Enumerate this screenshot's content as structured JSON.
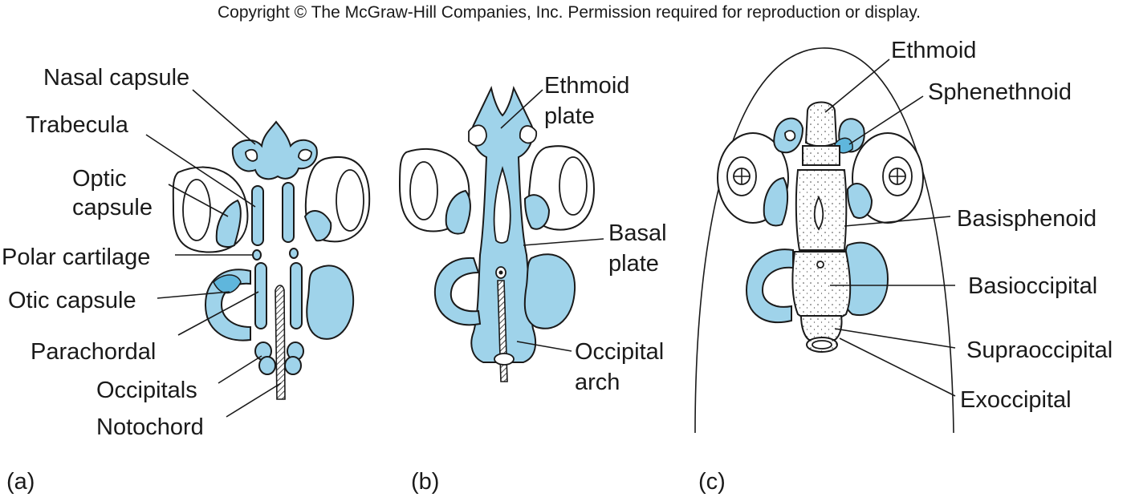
{
  "copyright": "Copyright © The McGraw-Hill Companies, Inc. Permission required for reproduction or display.",
  "colors": {
    "cartilage": "#9fd3ea",
    "bone": "#ffffff",
    "ink": "#1a1a1a"
  },
  "panels": {
    "a": {
      "tag": "(a)",
      "labels": {
        "nasal_capsule": "Nasal capsule",
        "trabecula": "Trabecula",
        "optic_1": "Optic",
        "optic_2": "capsule",
        "polar_cartilage": "Polar cartilage",
        "otic_capsule": "Otic capsule",
        "parachordal": "Parachordal",
        "occipitals": "Occipitals",
        "notochord": "Notochord"
      }
    },
    "b": {
      "tag": "(b)",
      "labels": {
        "ethmoid_plate_1": "Ethmoid",
        "ethmoid_plate_2": "plate",
        "basal_plate_1": "Basal",
        "basal_plate_2": "plate",
        "occipital_arch_1": "Occipital",
        "occipital_arch_2": "arch"
      }
    },
    "c": {
      "tag": "(c)",
      "labels": {
        "ethmoid": "Ethmoid",
        "sphenethnoid": "Sphenethnoid",
        "basisphenoid": "Basisphenoid",
        "basioccipital": "Basioccipital",
        "supraoccipital": "Supraoccipital",
        "exoccipital": "Exoccipital"
      }
    }
  }
}
